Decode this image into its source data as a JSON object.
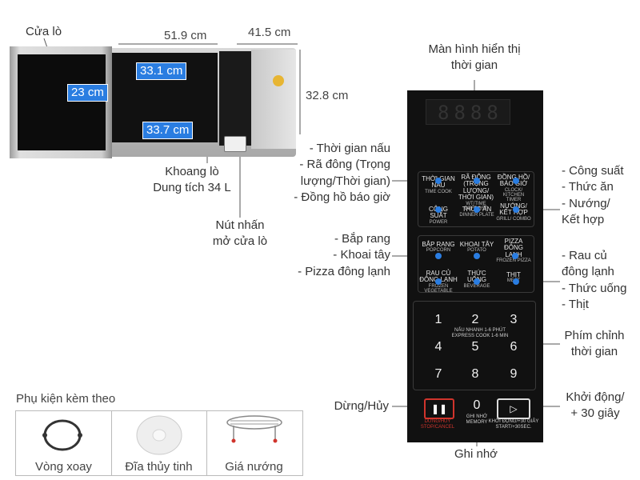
{
  "colors": {
    "accent": "#2a7de1",
    "panel": "#111111",
    "stop": "#d0342c",
    "knob": "#e7b533"
  },
  "left": {
    "door_label": "Cửa lò",
    "width_dim": "51.9 cm",
    "depth_dim": "41.5 cm",
    "height_dim": "32.8 cm",
    "cavity_width": "33.1 cm",
    "cavity_height": "23 cm",
    "cavity_depth": "33.7 cm",
    "cavity_label_line1": "Khoang lò",
    "cavity_label_line2": "Dung tích 34 L",
    "open_button_line1": "Nút nhấn",
    "open_button_line2": "mở cửa lò"
  },
  "annotations": {
    "display_line1": "Màn hình hiển thị",
    "display_line2": "thời gian",
    "left_group1": [
      "- Thời gian nấu",
      "- Rã đông (Trọng",
      "lượng/Thời gian)",
      "- Đồng hồ báo giờ"
    ],
    "right_group1": [
      "- Công suất",
      "- Thức ăn",
      "- Nướng/",
      "Kết hợp"
    ],
    "left_group2": [
      "- Bắp rang",
      "- Khoai tây",
      "- Pizza đông lạnh"
    ],
    "right_group2": [
      "- Rau củ",
      "đông lạnh",
      "- Thức uống",
      "- Thịt"
    ],
    "time_keys_line1": "Phím chỉnh",
    "time_keys_line2": "thời gian",
    "stop_label": "Dừng/Hủy",
    "start_label_line1": "Khởi động/",
    "start_label_line2": "+ 30 giây",
    "memory_label": "Ghi nhớ"
  },
  "panel": {
    "keys_row1": [
      {
        "vi": "THỜI GIAN NẤU",
        "en": "TIME COOK"
      },
      {
        "vi": "RÃ ĐÔNG (TRỌNG LƯỢNG/ THỜI GIAN)",
        "en": "WT/TIME DEFROST"
      },
      {
        "vi": "ĐỒNG HỒ/ BÁO GIỜ",
        "en": "CLOCK/ KITCHEN TIMER"
      }
    ],
    "keys_row2": [
      {
        "vi": "CÔNG SUẤT",
        "en": "POWER"
      },
      {
        "vi": "THỨC ĂN",
        "en": "DINNER PLATE"
      },
      {
        "vi": "NƯỚNG/ KẾT HỢP",
        "en": "GRILL/ COMBO"
      }
    ],
    "keys_row3": [
      {
        "vi": "BẮP RANG",
        "en": "POPCORN"
      },
      {
        "vi": "KHOAI TÂY",
        "en": "POTATO"
      },
      {
        "vi": "PIZZA ĐÔNG LẠNH",
        "en": "FROZEN PIZZA"
      }
    ],
    "keys_row4": [
      {
        "vi": "RAU CỦ ĐÔNG LẠNH",
        "en": "FROZEN VEGETABLE"
      },
      {
        "vi": "THỨC UỐNG",
        "en": "BEVERAGE"
      },
      {
        "vi": "THỊT",
        "en": "MEAT"
      }
    ],
    "digits": [
      "1",
      "2",
      "3",
      "4",
      "5",
      "6",
      "7",
      "8",
      "9",
      "0"
    ],
    "express_vi": "NẤU NHANH 1-6 PHÚT",
    "express_en": "EXPRESS COOK 1-6 MIN",
    "stop_vi": "DỪNG/HỦY",
    "stop_en": "STOP/CANCEL",
    "memory_vi": "GHI NHỚ",
    "memory_en": "MEMORY",
    "start_vi": "KHỞI ĐỘNG/+30 GIÂY",
    "start_en": "START/+30SEC."
  },
  "accessories": {
    "title": "Phụ kiện kèm theo",
    "items": [
      "Vòng xoay",
      "Đĩa thủy tinh",
      "Giá nướng"
    ]
  }
}
